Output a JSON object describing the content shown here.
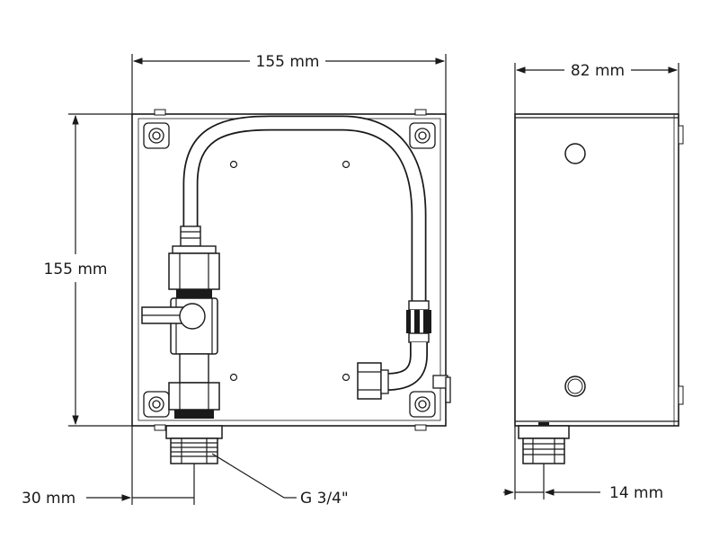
{
  "dimensions": {
    "front_width": "155 mm",
    "front_height": "155 mm",
    "side_depth": "82 mm",
    "offset_left": "30 mm",
    "thread": "G 3/4\"",
    "offset_side": "14 mm"
  }
}
